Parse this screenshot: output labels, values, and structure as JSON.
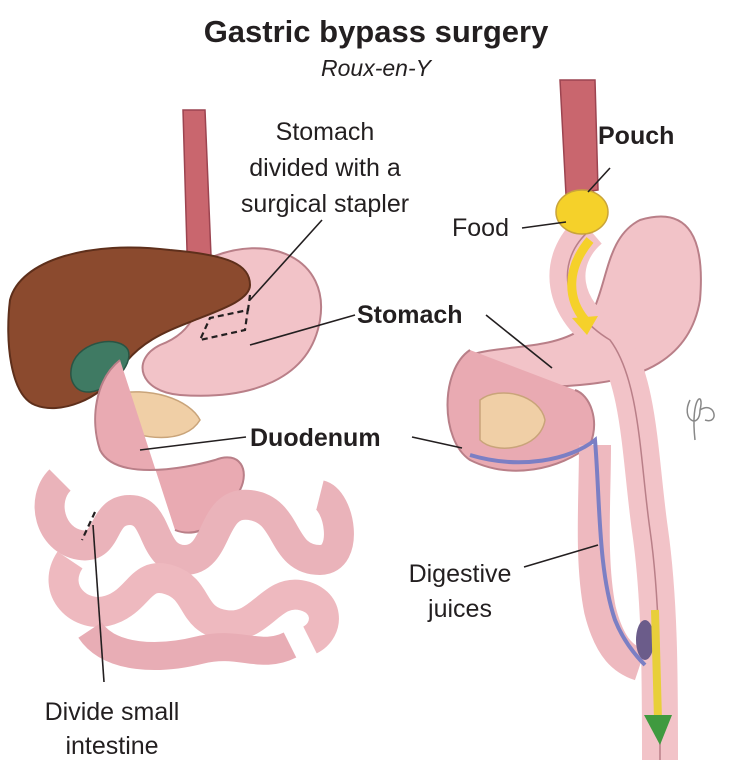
{
  "title": "Gastric bypass surgery",
  "subtitle": "Roux-en-Y",
  "labels": {
    "stapler": [
      "Stomach",
      "divided with a",
      "surgical stapler"
    ],
    "pouch": "Pouch",
    "food": "Food",
    "stomach": "Stomach",
    "duodenum": "Duodenum",
    "digestive": [
      "Digestive",
      "juices"
    ],
    "divide": [
      "Divide small",
      "intestine"
    ]
  },
  "colors": {
    "liver": "#8b4a2e",
    "gallbladder": "#3f7a63",
    "tissue": "#f2c3c8",
    "esophagus": "#c9666e",
    "food": "#f5d12a",
    "juices": "#7b7fc4",
    "mixed": "#3f9a3f"
  }
}
